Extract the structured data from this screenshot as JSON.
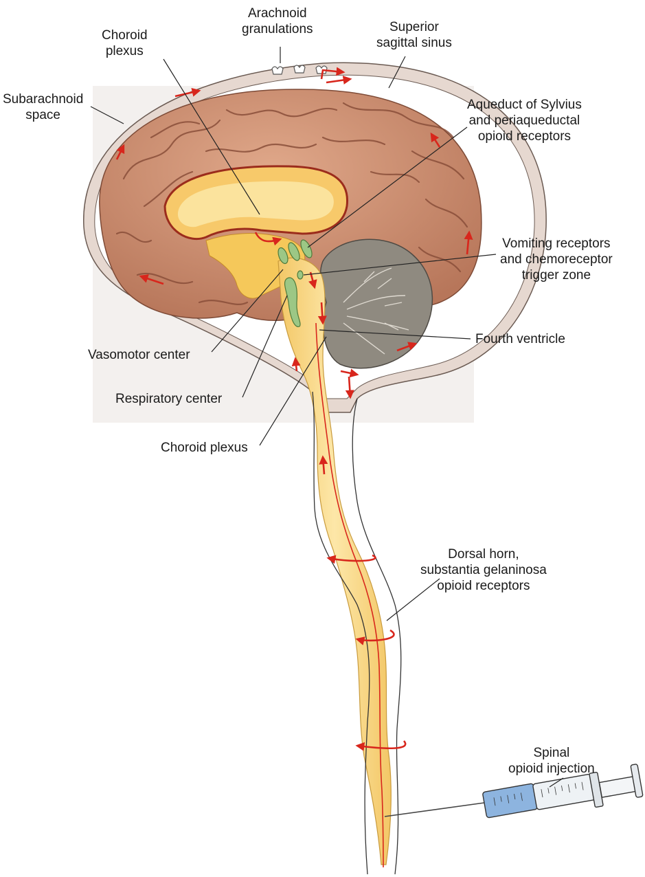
{
  "labels": {
    "arachnoid_granulations": "Arachnoid\ngranulations",
    "choroid_plexus_top": "Choroid\nplexus",
    "superior_sagittal_sinus": "Superior\nsagittal sinus",
    "subarachnoid_space": "Subarachnoid\nspace",
    "aqueduct_sylvius": "Aqueduct of Sylvius\nand periaqueductal\nopioid receptors",
    "vomiting_receptors": "Vomiting receptors\nand chemoreceptor\ntrigger zone",
    "fourth_ventricle": "Fourth ventricle",
    "vasomotor_center": "Vasomotor center",
    "respiratory_center": "Respiratory center",
    "choroid_plexus_bottom": "Choroid plexus",
    "dorsal_horn": "Dorsal horn,\nsubstantia gelaninosa\nopioid receptors",
    "spinal_injection": "Spinal\nopioid injection"
  },
  "colors": {
    "brain": "#c98b6b",
    "brain_fold": "#a8674c",
    "ventricle": "#f5c85a",
    "cerebellum": "#8a8578",
    "meninges": "#e6d8d0",
    "cord": "#f7d98a",
    "flow_arrow": "#d8261c",
    "receptor": "#9cc785",
    "syringe_fluid": "#8db4df"
  },
  "icons": {
    "flow": "red-csf-flow-arrow",
    "syringe": "syringe-icon"
  }
}
